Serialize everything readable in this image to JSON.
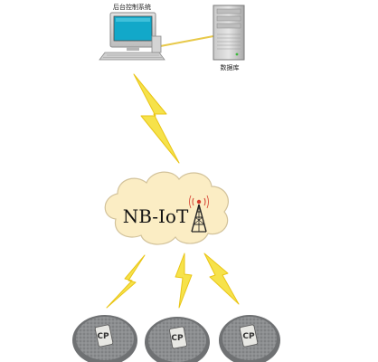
{
  "nodes": {
    "control_system": {
      "label": "后台控制系统"
    },
    "database": {
      "label": "数据库"
    },
    "network": {
      "label": "NB-IoT"
    },
    "covers": [
      {
        "label": "CP"
      },
      {
        "label": "CP"
      },
      {
        "label": "CP"
      }
    ]
  },
  "colors": {
    "lightning": "#f6e24a",
    "lightning_stroke": "#e9c516",
    "cloud_fill": "#fbedc4",
    "cloud_stroke": "#d2c29a",
    "connector": "#e8c94a",
    "cover_fill": "#8d8f91",
    "cover_rim": "#6f7173",
    "cover_plate": "#e8e8e4"
  },
  "icons": [
    "computer-icon",
    "server-icon",
    "cloud-icon",
    "antenna-tower-icon",
    "lightning-icon",
    "manhole-cover-icon"
  ]
}
